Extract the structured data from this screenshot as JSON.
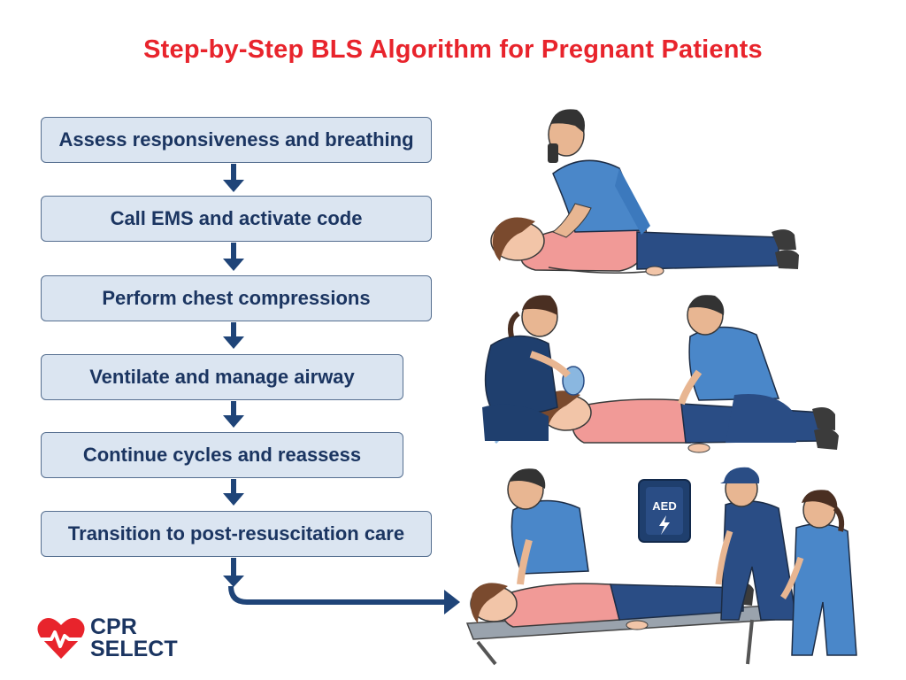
{
  "title": "Step-by-Step BLS Algorithm for Pregnant Patients",
  "steps": [
    {
      "label": "Assess responsiveness and breathing"
    },
    {
      "label": "Call EMS and activate code"
    },
    {
      "label": "Perform chest compressions"
    },
    {
      "label": "Ventilate and manage airway"
    },
    {
      "label": "Continue cycles and reassess"
    },
    {
      "label": "Transition to post-resuscitation care"
    }
  ],
  "aed": {
    "label": "AED"
  },
  "logo": {
    "line1": "CPR",
    "line2": "SELECT"
  },
  "colors": {
    "title": "#e8242c",
    "box_fill": "#dbe5f1",
    "box_border": "#566f90",
    "text_navy": "#1b3561",
    "arrow": "#1f4478",
    "logo_red": "#e8242c"
  }
}
